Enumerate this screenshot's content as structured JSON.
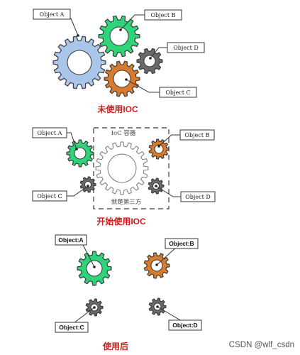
{
  "panels": {
    "before": {
      "labels": {
        "a": "Object A",
        "b": "Object B",
        "c": "Object C",
        "d": "Object D"
      },
      "caption": "未使用IOC"
    },
    "with_ioc": {
      "labels": {
        "a": "Object A",
        "b": "Object B",
        "c": "Object C",
        "d": "Object D"
      },
      "container_title": "IoC 容器",
      "container_subtitle": "就是第三方",
      "caption": "开始使用IOC"
    },
    "after": {
      "labels": {
        "a": "Object:A",
        "b": "Object:B",
        "c": "Object:C",
        "d": "Object:D"
      },
      "caption": "使用后"
    }
  },
  "watermark": "CSDN @wlf_csdn",
  "colors": {
    "blue_gear": "#a9c6ea",
    "green_gear": "#2fd37a",
    "orange_gear": "#d97b2c",
    "gray_gear": "#6a6a6a",
    "white_gear": "#ffffff",
    "caption_red": "#d01c1c"
  }
}
